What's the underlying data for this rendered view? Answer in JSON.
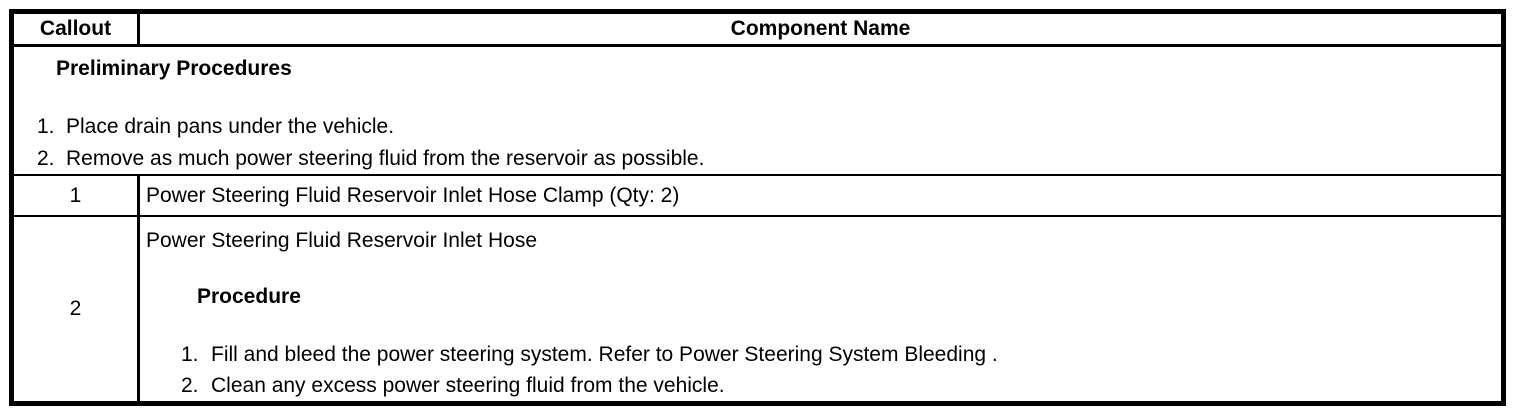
{
  "table": {
    "header": {
      "callout": "Callout",
      "component_name": "Component Name"
    },
    "preliminary": {
      "title": "Preliminary Procedures",
      "steps": [
        {
          "num": "1.",
          "text": "Place drain pans under the vehicle."
        },
        {
          "num": "2.",
          "text": "Remove as much power steering fluid from the reservoir as possible."
        }
      ]
    },
    "rows": [
      {
        "callout": "1",
        "component": "Power Steering Fluid Reservoir Inlet Hose Clamp (Qty: 2)"
      },
      {
        "callout": "2",
        "component": "Power Steering Fluid Reservoir Inlet Hose",
        "procedure_title": "Procedure",
        "procedure_steps": [
          {
            "num": "1.",
            "text": "Fill and bleed the power steering system. Refer to Power Steering System Bleeding ."
          },
          {
            "num": "2.",
            "text": "Clean any excess power steering fluid from the vehicle."
          }
        ]
      }
    ],
    "colors": {
      "border": "#000000",
      "text": "#000000",
      "background": "#ffffff"
    }
  }
}
